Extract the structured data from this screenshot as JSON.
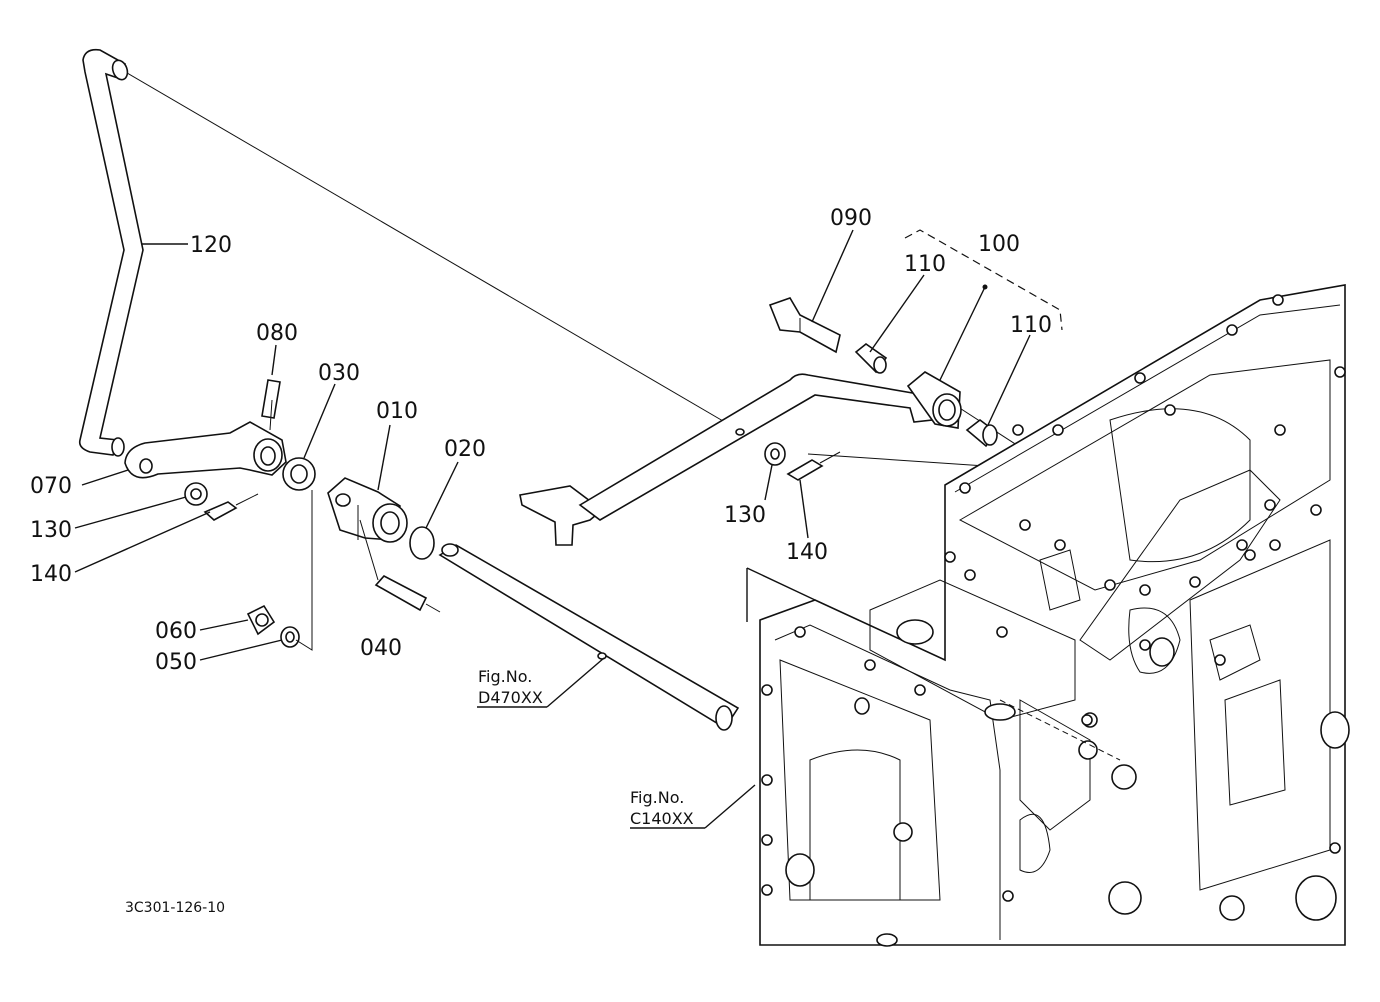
{
  "parts": [
    {
      "id": "p010",
      "label": "010"
    },
    {
      "id": "p020",
      "label": "020"
    },
    {
      "id": "p030",
      "label": "030"
    },
    {
      "id": "p040",
      "label": "040"
    },
    {
      "id": "p050",
      "label": "050"
    },
    {
      "id": "p060",
      "label": "060"
    },
    {
      "id": "p070",
      "label": "070"
    },
    {
      "id": "p080",
      "label": "080"
    },
    {
      "id": "p090",
      "label": "090"
    },
    {
      "id": "p100",
      "label": "100"
    },
    {
      "id": "p110a",
      "label": "110"
    },
    {
      "id": "p110b",
      "label": "110"
    },
    {
      "id": "p120",
      "label": "120"
    },
    {
      "id": "p130a",
      "label": "130"
    },
    {
      "id": "p130b",
      "label": "130"
    },
    {
      "id": "p140a",
      "label": "140"
    },
    {
      "id": "p140b",
      "label": "140"
    }
  ],
  "refs": [
    {
      "id": "d470",
      "line1": "Fig.No.",
      "line2": "D470XX"
    },
    {
      "id": "c140",
      "line1": "Fig.No.",
      "line2": "C140XX"
    }
  ],
  "drawing_code": "3C301-126-10"
}
